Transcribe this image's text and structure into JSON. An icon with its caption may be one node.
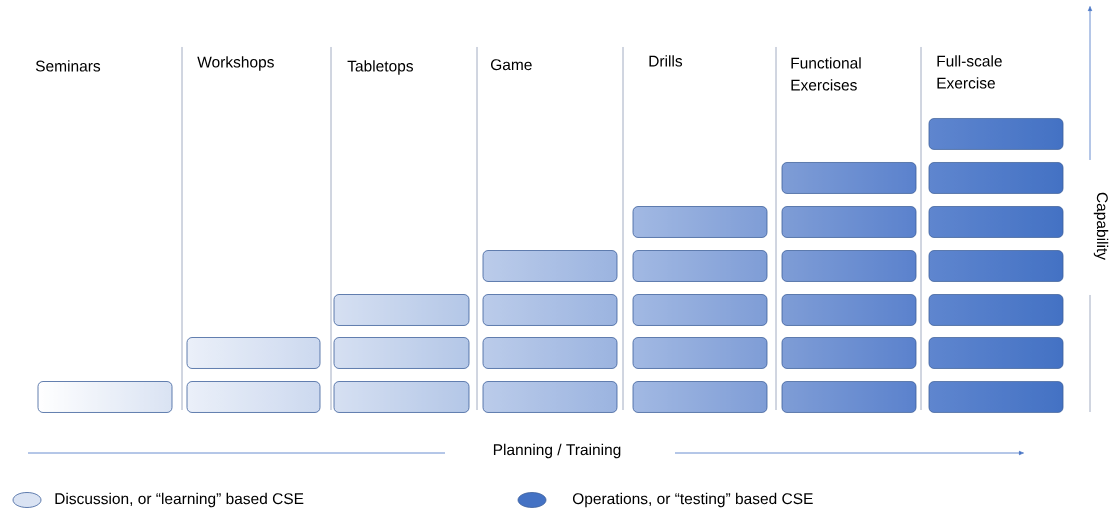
{
  "diagram": {
    "nodes": [
      {
        "text": [],
        "shape": "box"
      },
      {
        "text": [],
        "shape": "box"
      },
      {
        "text": [],
        "shape": "box"
      },
      {
        "text": [],
        "shape": "box"
      },
      {
        "text": [],
        "shape": "box"
      },
      {
        "text": [],
        "shape": "box"
      },
      {
        "text": [],
        "shape": "box"
      },
      {
        "text": [],
        "shape": "box"
      },
      {
        "text": [],
        "shape": "box"
      },
      {
        "text": [],
        "shape": "box"
      },
      {
        "text": [],
        "shape": "box"
      },
      {
        "text": [],
        "shape": "box"
      },
      {
        "text": [],
        "shape": "box"
      },
      {
        "text": [],
        "shape": "box"
      },
      {
        "text": [],
        "shape": "box"
      },
      {
        "text": [],
        "shape": "box"
      },
      {
        "text": [],
        "shape": "box"
      },
      {
        "text": [],
        "shape": "box"
      },
      {
        "text": [],
        "shape": "box"
      },
      {
        "text": [],
        "shape": "box"
      },
      {
        "text": [],
        "shape": "box"
      },
      {
        "text": [],
        "shape": "box"
      },
      {
        "text": [],
        "shape": "box"
      },
      {
        "text": [],
        "shape": "box"
      },
      {
        "text": [],
        "shape": "box"
      },
      {
        "text": [],
        "shape": "box"
      },
      {
        "text": [],
        "shape": "box"
      },
      {
        "text": [],
        "shape": "box"
      }
    ],
    "labels": [
      "Seminars",
      "Workshops",
      "Tabletops",
      "Game",
      "Drills",
      "Functional Exercises",
      "Full-scale Exercise",
      "Capability",
      "Planning / Training"
    ],
    "legend": [
      {
        "text": "Discussion, or “learning” based CSE",
        "color": "#dae3f3"
      },
      {
        "text": "Operations, or “testing” based CSE",
        "color": "#4472c4"
      }
    ]
  }
}
